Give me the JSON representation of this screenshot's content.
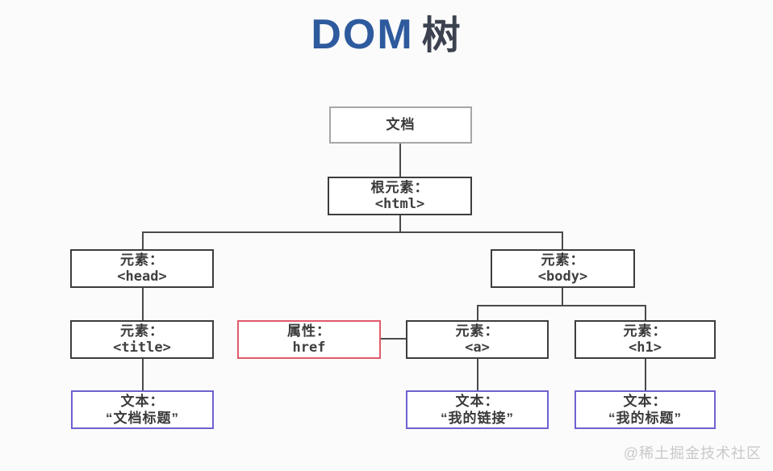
{
  "title": {
    "part_en": "DOM",
    "part_cn": "树"
  },
  "watermark": "@稀土掘金技术社区",
  "colors": {
    "title_blue": "#2e5a9e",
    "element_border": "#3d3d3d",
    "document_border": "#a6a6a6",
    "attribute_border": "#e05a6b",
    "textnode_border": "#6e62cf",
    "connector": "#4a4a4a",
    "watermark_gray": "#c9c9c9",
    "background": "#fbfbfb"
  },
  "nodes": {
    "document": {
      "label": "文档"
    },
    "root": {
      "label": "根元素：",
      "value": "<html>"
    },
    "head": {
      "label": "元素：",
      "value": "<head>"
    },
    "body": {
      "label": "元素：",
      "value": "<body>"
    },
    "title_el": {
      "label": "元素：",
      "value": "<title>"
    },
    "href": {
      "label": "属性：",
      "value": "href"
    },
    "a": {
      "label": "元素：",
      "value": "<a>"
    },
    "h1": {
      "label": "元素：",
      "value": "<h1>"
    },
    "text_title": {
      "label": "文本：",
      "value": "“文档标题”"
    },
    "text_link": {
      "label": "文本：",
      "value": "“我的链接”"
    },
    "text_heading": {
      "label": "文本：",
      "value": "“我的标题”"
    }
  }
}
